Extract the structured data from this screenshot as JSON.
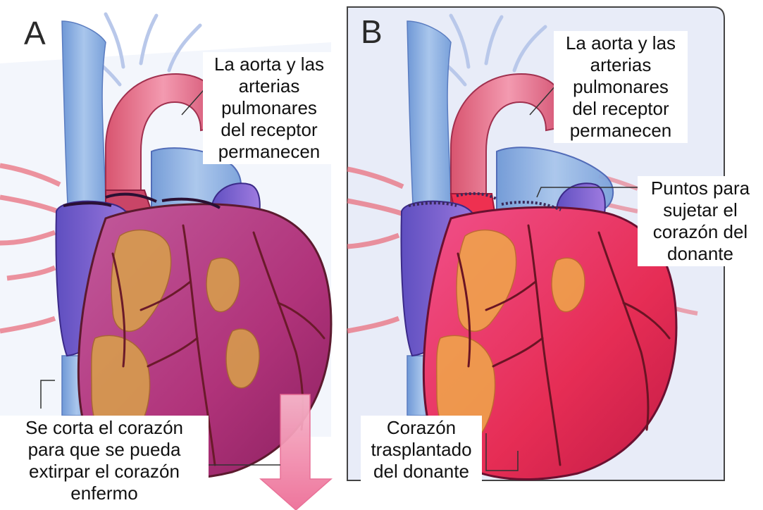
{
  "panels": [
    {
      "letter": "A",
      "labels": {
        "vessels": "La aorta y las\narterias\npulmonares\ndel receptor\npermanecen",
        "cut": "Se corta el corazón\npara que se pueda\nextirpar el corazón\nenfermo"
      }
    },
    {
      "letter": "B",
      "labels": {
        "vessels": "La aorta y las\narterias\npulmonares\ndel receptor\npermanecen",
        "stitches": "Puntos para\nsujetar el\ncorazón del\ndonante",
        "donor": "Corazón\ntrasplantado\ndel donante"
      }
    }
  ],
  "colors": {
    "vein_blue": "#8fb4e0",
    "aorta_pink": "#e7708f",
    "heart_magenta": "#b8347a",
    "heart_gold": "#d9a24a",
    "donor_red": "#ea2f56",
    "arrow_pink": "#f07fa3",
    "outline": "#5c1a2e"
  }
}
